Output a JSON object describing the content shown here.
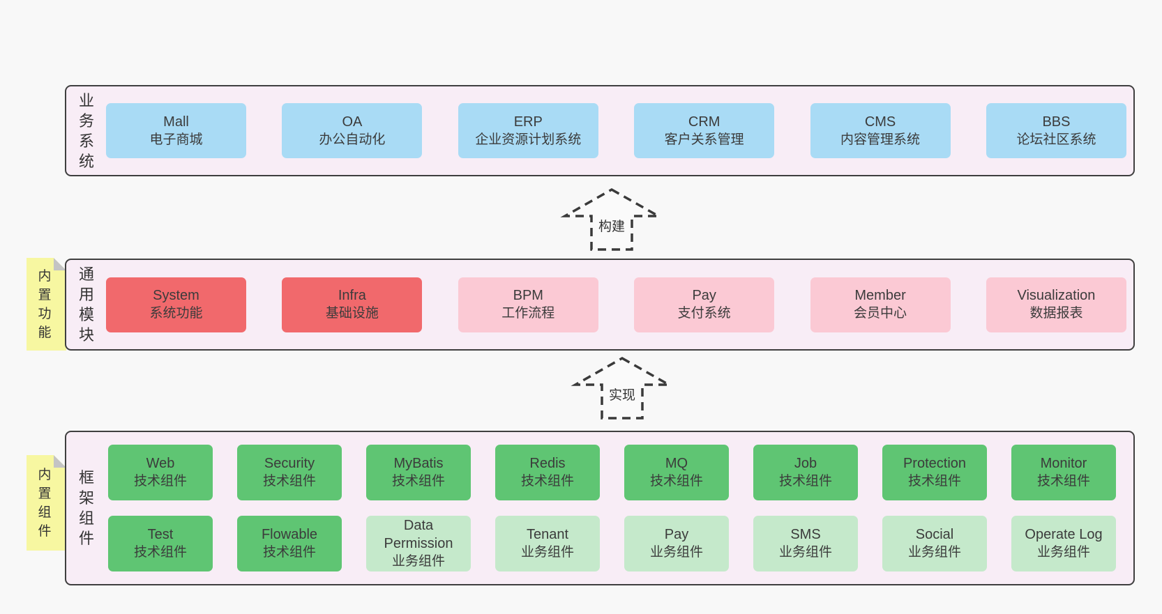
{
  "colors": {
    "page_bg": "#f8f8f8",
    "panel_bg": "#f8edf6",
    "panel_border": "#3f3f3f",
    "blue": "#a9dbf5",
    "red": "#f1696c",
    "pink": "#fbc9d4",
    "green_dark": "#5fc573",
    "green_light": "#c5e9cb",
    "sticky_yellow": "#f7f7a1",
    "fold_gray": "#c4c4c4"
  },
  "panels": [
    {
      "label": "业务系统",
      "boxes": [
        {
          "en": "Mall",
          "zh": "电子商城"
        },
        {
          "en": "OA",
          "zh": "办公自动化"
        },
        {
          "en": "ERP",
          "zh": "企业资源计划系统"
        },
        {
          "en": "CRM",
          "zh": "客户关系管理"
        },
        {
          "en": "CMS",
          "zh": "内容管理系统"
        },
        {
          "en": "BBS",
          "zh": "论坛社区系统"
        }
      ]
    },
    {
      "label": "通用模块",
      "sticky": "内置功能",
      "boxes": [
        {
          "en": "System",
          "zh": "系统功能"
        },
        {
          "en": "Infra",
          "zh": "基础设施"
        },
        {
          "en": "BPM",
          "zh": "工作流程"
        },
        {
          "en": "Pay",
          "zh": "支付系统"
        },
        {
          "en": "Member",
          "zh": "会员中心"
        },
        {
          "en": "Visualization",
          "zh": "数据报表"
        }
      ]
    },
    {
      "label": "框架组件",
      "sticky": "内置组件",
      "rows": [
        [
          {
            "en": "Web",
            "zh": "技术组件"
          },
          {
            "en": "Security",
            "zh": "技术组件"
          },
          {
            "en": "MyBatis",
            "zh": "技术组件"
          },
          {
            "en": "Redis",
            "zh": "技术组件"
          },
          {
            "en": "MQ",
            "zh": "技术组件"
          },
          {
            "en": "Job",
            "zh": "技术组件"
          },
          {
            "en": "Protection",
            "zh": "技术组件"
          },
          {
            "en": "Monitor",
            "zh": "技术组件"
          }
        ],
        [
          {
            "en": "Test",
            "zh": "技术组件"
          },
          {
            "en": "Flowable",
            "zh": "技术组件"
          },
          {
            "en1": "Data",
            "en2": "Permission",
            "zh": "业务组件"
          },
          {
            "en": "Tenant",
            "zh": "业务组件"
          },
          {
            "en": "Pay",
            "zh": "业务组件"
          },
          {
            "en": "SMS",
            "zh": "业务组件"
          },
          {
            "en": "Social",
            "zh": "业务组件"
          },
          {
            "en": "Operate Log",
            "zh": "业务组件"
          }
        ]
      ]
    }
  ],
  "arrows": [
    {
      "label": "构建"
    },
    {
      "label": "实现"
    }
  ]
}
